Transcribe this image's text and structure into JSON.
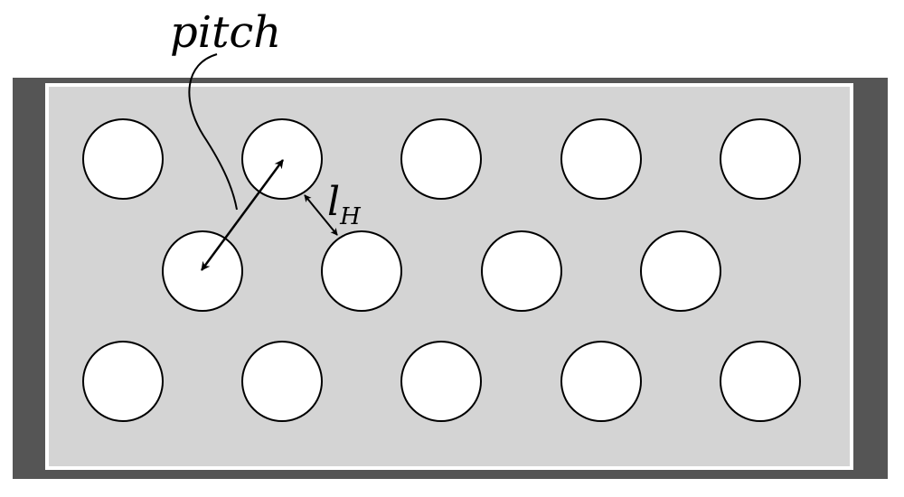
{
  "labels": {
    "pitch": "pitch",
    "lh_main": "l",
    "lh_sub": "H"
  },
  "colors": {
    "frame": "#555555",
    "fill": "#d4d4d4",
    "border": "#ffffff",
    "hole": "#ffffff",
    "stroke": "#000000"
  },
  "holes": {
    "rows": 3,
    "count": 14,
    "pattern": "staggered"
  }
}
